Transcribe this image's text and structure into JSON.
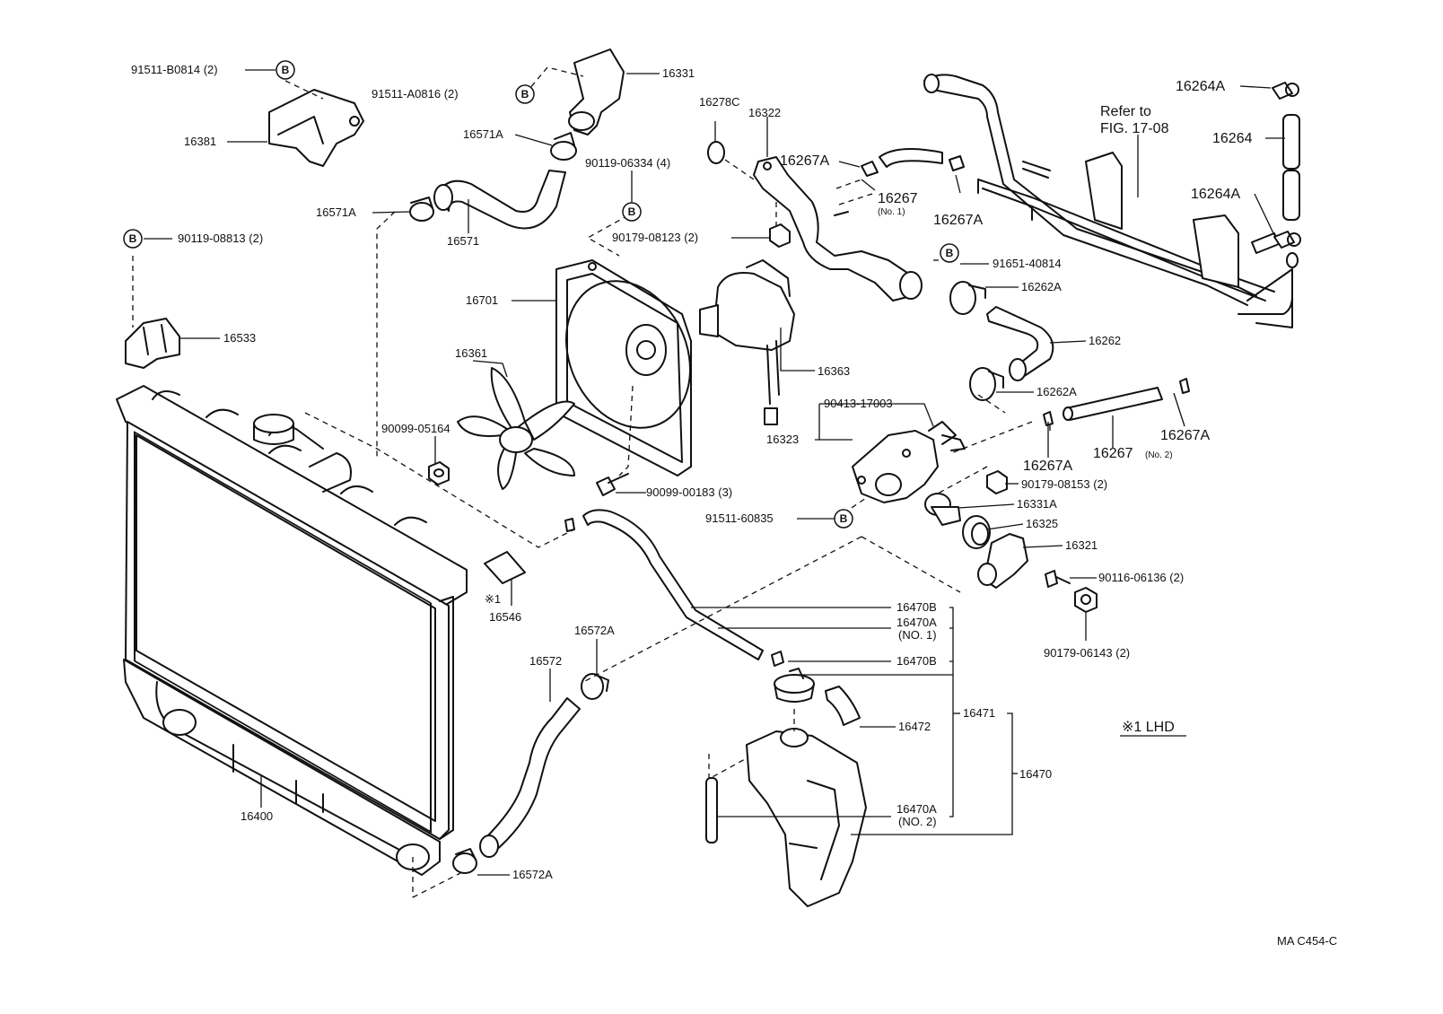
{
  "labels": {
    "p91511_B0814": "91511-B0814 (2)",
    "p16381": "16381",
    "p91511_A0816": "91511-A0816 (2)",
    "p16331": "16331",
    "p16571A_top": "16571A",
    "p16571A_left": "16571A",
    "p16571": "16571",
    "p90119_06334": "90119-06334 (4)",
    "p90119_08813": "90119-08813 (2)",
    "p16533": "16533",
    "p16278C": "16278C",
    "p16322": "16322",
    "p90179_08123": "90179-08123 (2)",
    "p16267A_1": "16267A",
    "p16267_no1": "16267",
    "p16267_no1_sub": "(No. 1)",
    "p16267A_2": "16267A",
    "p91651_40814": "91651-40814",
    "p16262A_top": "16262A",
    "p16262": "16262",
    "p16262A_bot": "16262A",
    "p16264A_top": "16264A",
    "p16264": "16264",
    "p16264A_mid": "16264A",
    "refer_line1": "Refer to",
    "refer_line2": "FIG. 17-08",
    "p16701": "16701",
    "p16361": "16361",
    "p16363": "16363",
    "p90413_17003": "90413-17003",
    "p16323": "16323",
    "p90099_05164": "90099-05164",
    "p90099_00183": "90099-00183 (3)",
    "p91511_60835": "91511-60835",
    "p16267A_3": "16267A",
    "p16267A_4": "16267A",
    "p16267_no2": "16267",
    "p16267_no2_sub": "(No. 2)",
    "p90179_08153": "90179-08153 (2)",
    "p16331A": "16331A",
    "p16325": "16325",
    "p16321": "16321",
    "p90116_06136": "90116-06136 (2)",
    "p90179_06143": "90179-06143 (2)",
    "p16546_mark": "※1",
    "p16546": "16546",
    "p16572A_top": "16572A",
    "p16572": "16572",
    "p16572A_bot": "16572A",
    "p16470B_top": "16470B",
    "p16470A_no1": "16470A",
    "p16470A_no1_sub": "(NO. 1)",
    "p16470B_mid": "16470B",
    "p16472": "16472",
    "p16471": "16471",
    "p16470": "16470",
    "p16470A_no2": "16470A",
    "p16470A_no2_sub": "(NO. 2)",
    "p16400": "16400",
    "note_lhd": "※1 LHD",
    "drawing_code": "MA C454-C"
  },
  "ref_marker": "B"
}
